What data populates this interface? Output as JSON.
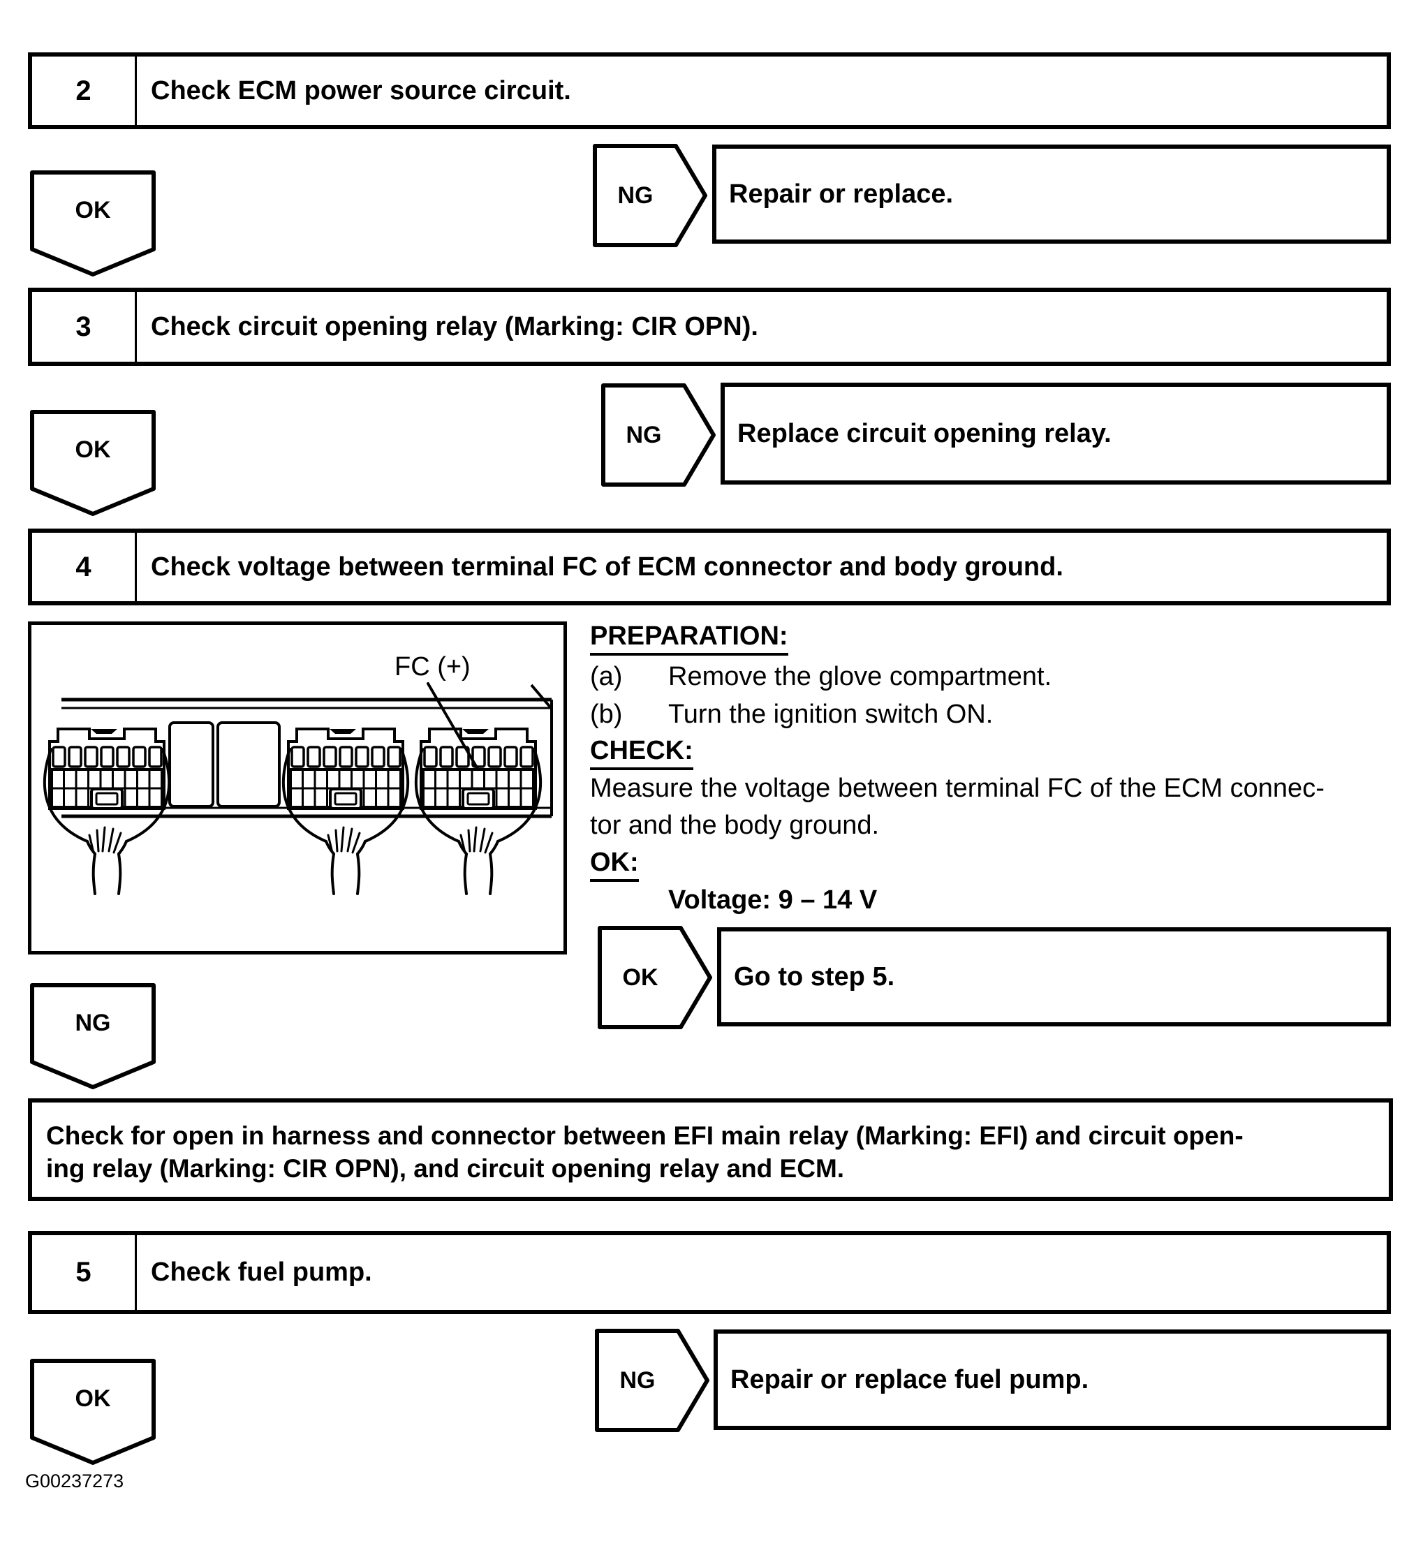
{
  "labels": {
    "ok": "OK",
    "ng": "NG"
  },
  "steps": [
    {
      "number": "2",
      "title": "Check ECM power source circuit."
    },
    {
      "number": "3",
      "title": "Check circuit opening relay (Marking: CIR OPN)."
    },
    {
      "number": "4",
      "title": "Check voltage between terminal FC of ECM connector and body ground."
    },
    {
      "number": "5",
      "title": "Check fuel pump."
    }
  ],
  "results": {
    "step2_ng": "Repair or replace.",
    "step3_ng": "Replace circuit opening relay.",
    "step4_ok": "Go to step 5.",
    "step5_ng": "Repair or replace fuel pump."
  },
  "step4_details": {
    "preparation_heading": "PREPARATION:",
    "preparation_items": [
      {
        "label": "(a)",
        "text": "Remove the glove compartment."
      },
      {
        "label": "(b)",
        "text": "Turn the ignition switch ON."
      }
    ],
    "check_heading": "CHECK:",
    "check_lines": [
      "Measure the voltage between terminal FC of the ECM connec-",
      "tor and the body ground."
    ],
    "ok_heading": "OK:",
    "ok_value": "Voltage: 9 – 14 V",
    "diagram_label": "FC (+)"
  },
  "ng_action_box": {
    "lines": [
      "Check for open in harness and connector between EFI main relay (Marking: EFI) and circuit open-",
      "ing relay (Marking: CIR OPN), and circuit opening relay and ECM."
    ]
  },
  "footer_code": "G00237273"
}
